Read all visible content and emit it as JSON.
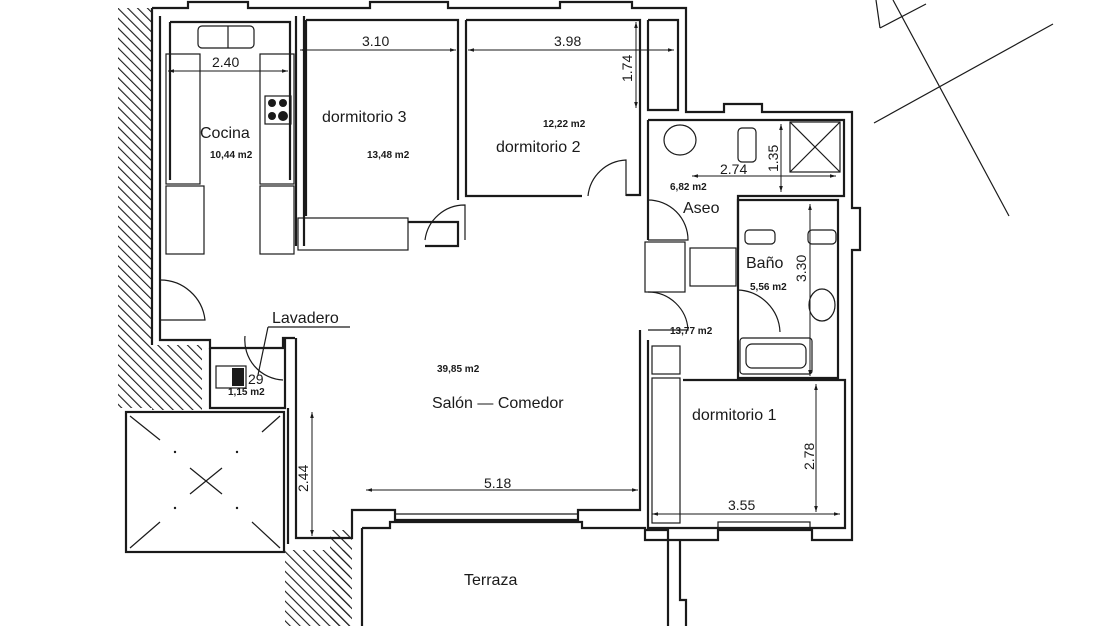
{
  "plan": {
    "colors": {
      "ink": "#1a1a1a",
      "paper": "#ffffff"
    },
    "rooms": [
      {
        "id": "cocina",
        "name": "Cocina",
        "area": "10,44 m2"
      },
      {
        "id": "dormitorio3",
        "name": "dormitorio  3",
        "area": "13,48 m2"
      },
      {
        "id": "dormitorio2",
        "name": "dormitorio  2",
        "area": "12,22 m2"
      },
      {
        "id": "aseo",
        "name": "Aseo",
        "area": "6,82 m2"
      },
      {
        "id": "bano",
        "name": "Baño",
        "area": "5,56 m2"
      },
      {
        "id": "lavadero",
        "name": "Lavadero",
        "area": "1,15 m2"
      },
      {
        "id": "salon",
        "name": "Salón  —  Comedor",
        "area": "39,85 m2"
      },
      {
        "id": "pasillo",
        "name": "",
        "area": "13,77 m2"
      },
      {
        "id": "dormitorio1",
        "name": "dormitorio  1",
        "area": ""
      },
      {
        "id": "terraza",
        "name": "Terraza",
        "area": ""
      }
    ],
    "dimensions": {
      "cocina_width": "2.40",
      "dorm3_width": "3.10",
      "dorm2_width": "3.98",
      "dorm2_closet": "1.74",
      "aseo_width": "2.74",
      "aseo_depth": "1.35",
      "bano_length": "3.30",
      "lavadero": "29",
      "salon_width": "5.18",
      "salon_left": "2.44",
      "dorm1_width": "3.55",
      "dorm1_depth": "2.78"
    },
    "symbols": {
      "north_arrow": "north-arrow-icon",
      "patio": "patio-void-icon"
    }
  }
}
